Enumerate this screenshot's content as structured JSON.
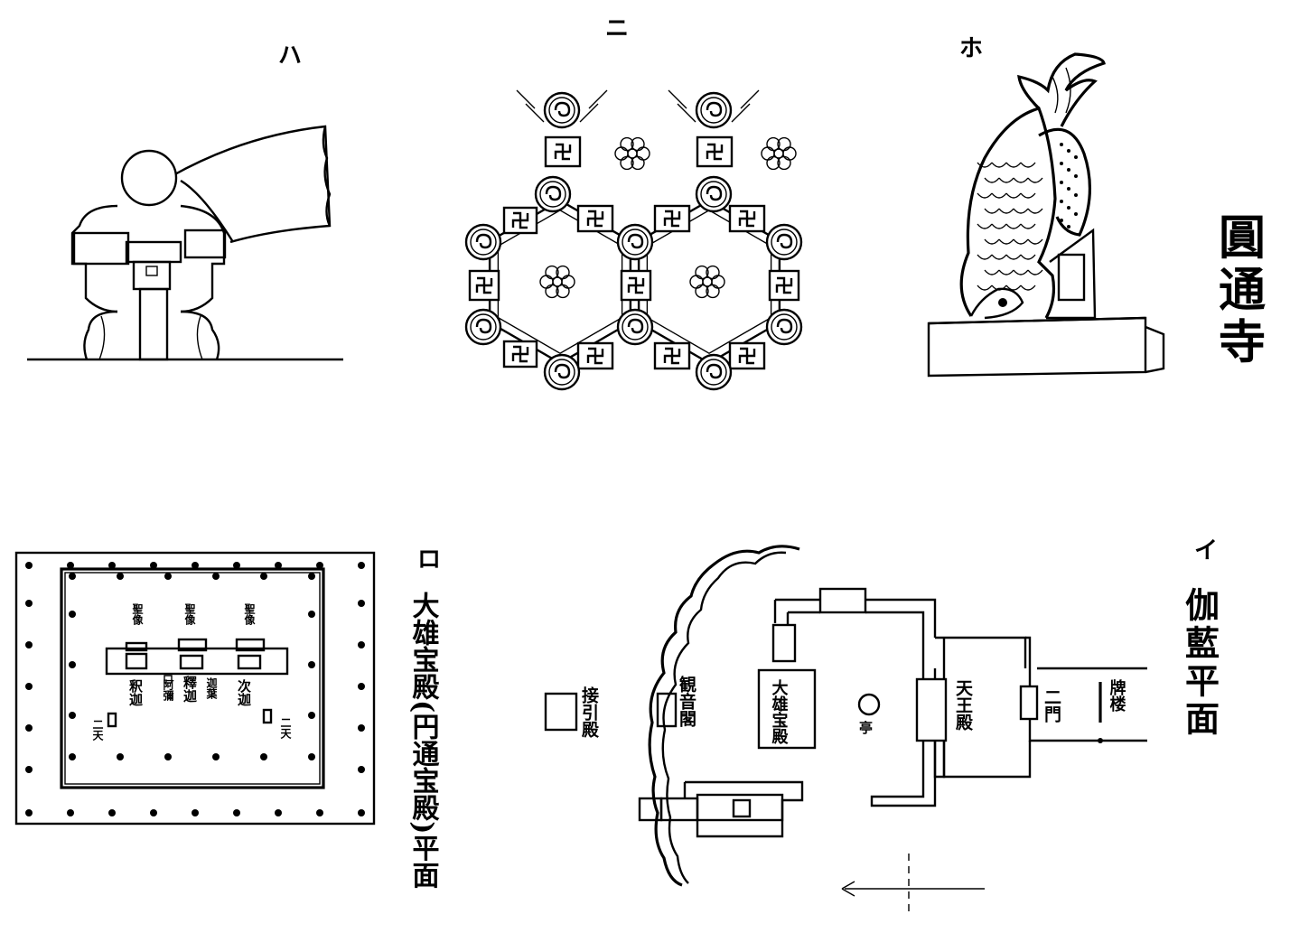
{
  "labels": {
    "fig_ha": "ハ",
    "fig_ni": "ニ",
    "fig_ho": "ホ",
    "fig_ro": "ロ",
    "fig_i": "イ"
  },
  "title": "圓通寺",
  "caption_i": "伽藍平面",
  "caption_ro": "大雄宝殿(円通宝殿)平面",
  "site_plan": {
    "jieyin": "接引殿",
    "guanyin": "観音閣",
    "daxiong": "大雄宝殿",
    "ting": "亭",
    "tianwang": "天王殿",
    "ermen": "二門",
    "paifang": "牌楼"
  },
  "hall_plan": {
    "statue_left": "聖像",
    "statue_mid": "聖像",
    "statue_right": "聖像",
    "shaka": "釈迦",
    "amida": "阿彌",
    "mid_text": "釋迦",
    "jiaye": "迦葉",
    "right_text": "次迦",
    "ertian_left": "二天",
    "ertian_right": "二天"
  }
}
